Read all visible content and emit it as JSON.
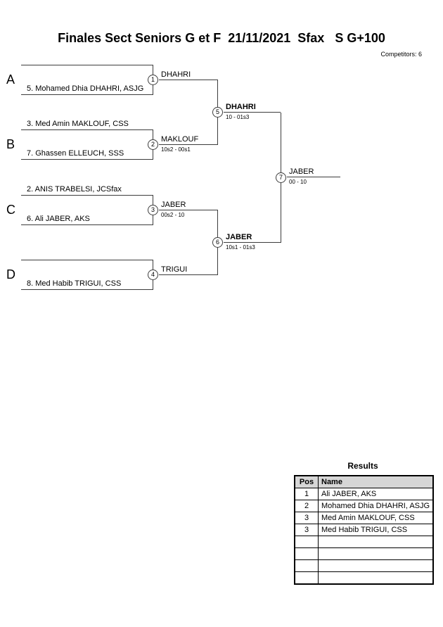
{
  "title": "Finales Sect Seniors G et F  21/11/2021  Sfax   S G+100",
  "competitors_label": "Competitors: 6",
  "bracket": {
    "sections": [
      {
        "label": "A",
        "top": "",
        "bottom": "5. Mohamed Dhia DHAHRI, ASJG"
      },
      {
        "label": "B",
        "top": "3. Med Amin MAKLOUF, CSS",
        "bottom": "7. Ghassen ELLEUCH, SSS"
      },
      {
        "label": "C",
        "top": "2. ANIS TRABELSI, JCSfax",
        "bottom": "6. Ali JABER, AKS"
      },
      {
        "label": "D",
        "top": "",
        "bottom": "8. Med Habib TRIGUI, CSS"
      }
    ],
    "matches": [
      {
        "num": "1",
        "winner": "DHAHRI",
        "score": ""
      },
      {
        "num": "2",
        "winner": "MAKLOUF",
        "score": "10s2 - 00s1"
      },
      {
        "num": "3",
        "winner": "JABER",
        "score": "00s2 - 10"
      },
      {
        "num": "4",
        "winner": "TRIGUI",
        "score": ""
      },
      {
        "num": "5",
        "winner": "DHAHRI",
        "score": "10 - 01s3"
      },
      {
        "num": "6",
        "winner": "JABER",
        "score": "10s1 - 01s3"
      },
      {
        "num": "7",
        "winner": "JABER",
        "score": "00 - 10"
      }
    ]
  },
  "results": {
    "title": "Results",
    "headers": [
      "Pos",
      "Name"
    ],
    "rows": [
      {
        "pos": "1",
        "name": "Ali JABER, AKS"
      },
      {
        "pos": "2",
        "name": "Mohamed Dhia DHAHRI, ASJG"
      },
      {
        "pos": "3",
        "name": "Med Amin MAKLOUF, CSS"
      },
      {
        "pos": "3",
        "name": "Med Habib TRIGUI, CSS"
      },
      {
        "pos": "",
        "name": ""
      },
      {
        "pos": "",
        "name": ""
      },
      {
        "pos": "",
        "name": ""
      },
      {
        "pos": "",
        "name": ""
      }
    ]
  }
}
